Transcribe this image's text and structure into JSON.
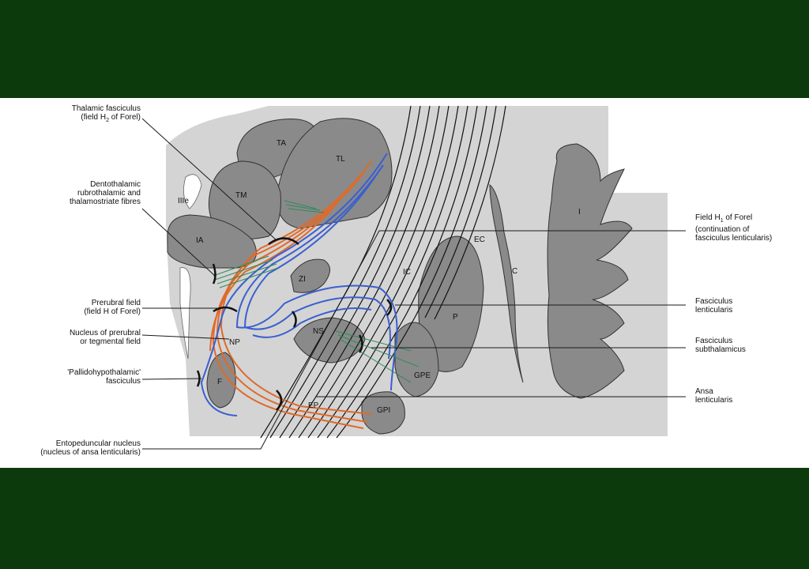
{
  "colors": {
    "slide_background": "#0c3a0c",
    "panel_background": "#ffffff",
    "tissue_background": "#d4d4d4",
    "nucleus_fill": "#8a8a8a",
    "fiber_blue": "#3a5fd0",
    "fiber_orange": "#e06a2a",
    "fiber_green": "#2d8a5a",
    "leader_line": "#1a1a1a"
  },
  "left_labels": {
    "thalamic_fasciculus": {
      "line1": "Thalamic fasciculus",
      "line2_prefix": "(field H",
      "line2_sub": "2",
      "line2_suffix": " of Forel)"
    },
    "dentothalamic": {
      "line1": "Dentothalamic",
      "line2": "rubrothalamic and",
      "line3": "thalamostriate fibres"
    },
    "prerubral_field": {
      "line1": "Prerubral field",
      "line2": "(field H of Forel)"
    },
    "nucleus_prerubral": {
      "line1": "Nucleus of prerubral",
      "line2": "or tegmental field"
    },
    "pallidohypothalamic": {
      "line1": "'Pallidohypothalamic'",
      "line2": "fasciculus"
    },
    "entopeduncular": {
      "line1": "Entopeduncular nucleus",
      "line2": "(nucleus of ansa lenticularis)"
    }
  },
  "right_labels": {
    "field_h1": {
      "line1_prefix": "Field H",
      "line1_sub": "1",
      "line1_suffix": " of Forel",
      "line2": "(continuation of",
      "line3": "fasciculus lenticularis)"
    },
    "fasciculus_lenticularis": {
      "line1": "Fasciculus",
      "line2": "lenticularis"
    },
    "fasciculus_subthalamicus": {
      "line1": "Fasciculus",
      "line2": "subthalamicus"
    },
    "ansa_lenticularis": {
      "line1": "Ansa",
      "line2": "lenticularis"
    }
  },
  "regions": {
    "ta": "TA",
    "tl": "TL",
    "tm": "TM",
    "iiie": "IIIe",
    "ia": "IA",
    "zi": "ZI",
    "ns": "NS",
    "np": "NP",
    "f": "F",
    "ic": "IC",
    "ec": "EC",
    "c": "C",
    "p": "P",
    "i": "I",
    "gpe": "GPE",
    "gpi": "GPI",
    "ep": "EP"
  }
}
